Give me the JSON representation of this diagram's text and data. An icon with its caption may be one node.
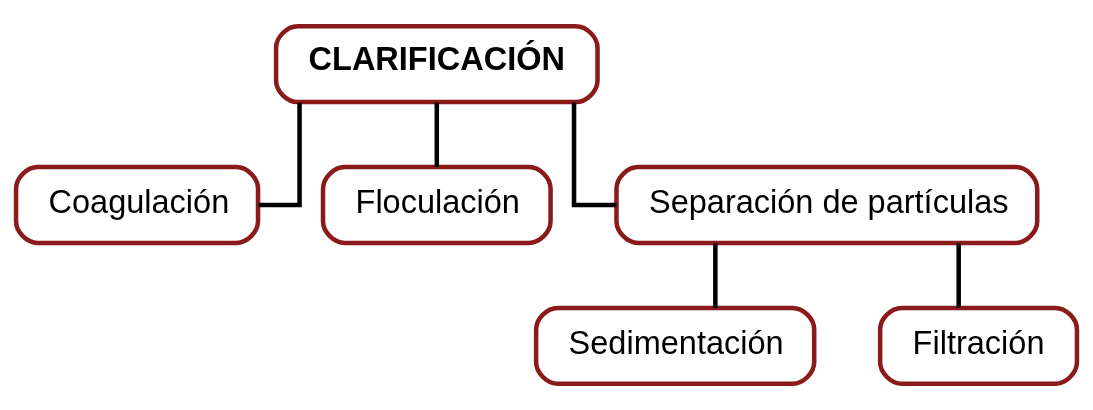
{
  "diagram": {
    "nodes": [
      {
        "text": [
          "CLARIFICACIÓN"
        ]
      },
      {
        "text": [
          "Coagulación"
        ]
      },
      {
        "text": [
          "Floculación"
        ]
      },
      {
        "text": [
          "Separación de partículas"
        ]
      },
      {
        "text": [
          "Sedimentación"
        ]
      },
      {
        "text": [
          "Filtración"
        ]
      }
    ],
    "edges": [
      {
        "from": 0,
        "to": 1,
        "arrow": "none"
      },
      {
        "from": 0,
        "to": 2,
        "arrow": "none"
      },
      {
        "from": 0,
        "to": 3,
        "arrow": "none"
      },
      {
        "from": 3,
        "to": 4,
        "arrow": "none"
      },
      {
        "from": 3,
        "to": 5,
        "arrow": "none"
      }
    ]
  }
}
